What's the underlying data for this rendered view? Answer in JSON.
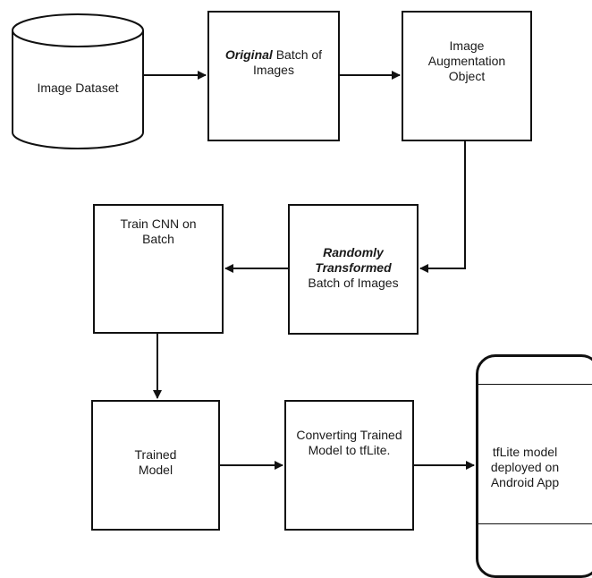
{
  "nodes": {
    "dataset": {
      "text": "Image Dataset"
    },
    "original_batch": {
      "emphasis": "Original",
      "text": " Batch of Images"
    },
    "augmentation": {
      "text": "Image Augmentation Object"
    },
    "random_transformed": {
      "emphasis": "Randomly Transformed",
      "text": "Batch of Images"
    },
    "train_cnn": {
      "text": "Train CNN on Batch"
    },
    "trained_model": {
      "text": "Trained Model"
    },
    "converting": {
      "text": "Converting Trained Model to tfLite."
    },
    "deployed": {
      "text": "tfLite model deployed on Android App"
    }
  }
}
